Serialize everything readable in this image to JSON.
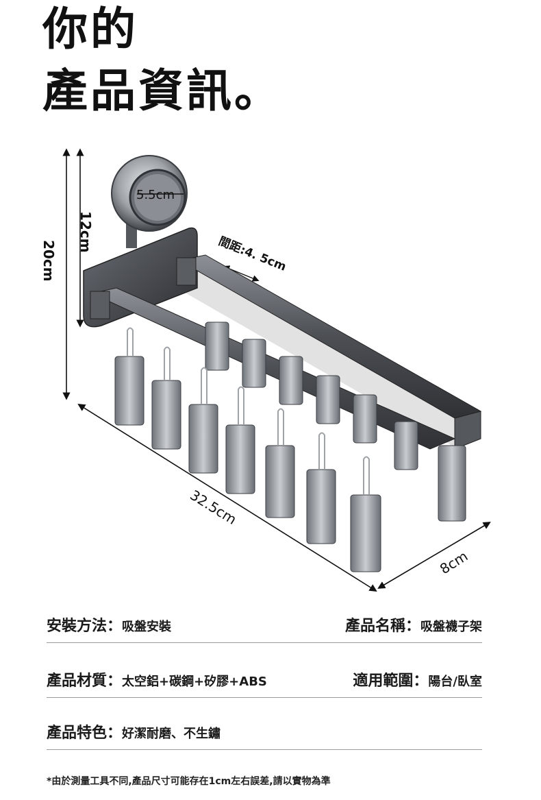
{
  "headline": {
    "line1": "你的",
    "line2": "產品資訊。"
  },
  "dimensions": {
    "total_height": "20cm",
    "mount_height": "12cm",
    "suction_diameter": "5.5cm",
    "spacing": "間距:4. 5cm",
    "length": "32.5cm",
    "width": "8cm"
  },
  "specs": {
    "install_method": {
      "label": "安裝方法：",
      "value": "吸盤安裝"
    },
    "product_name": {
      "label": "產品名稱：",
      "value": "吸盤襪子架"
    },
    "material": {
      "label": "產品材質：",
      "value": "太空鋁+碳鋼+矽膠+ABS"
    },
    "scope": {
      "label": "適用範圍：",
      "value": "陽台/臥室"
    },
    "features": {
      "label": "產品特色：",
      "value": "好潔耐磨、不生鏽"
    }
  },
  "footnote": "*由於測量工具不同,產品尺寸可能存在1cm左右誤差,請以實物為準",
  "colors": {
    "metal_dark": "#4a4d52",
    "metal_light": "#a9adb3",
    "divider": "#9a9a9a",
    "text": "#111111"
  }
}
